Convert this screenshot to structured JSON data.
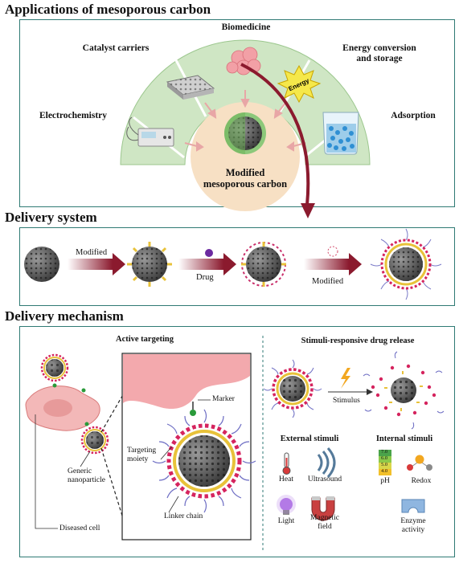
{
  "sections": {
    "applications": "Applications of mesoporous carbon",
    "delivery_system": "Delivery system",
    "delivery_mechanism": "Delivery mechanism"
  },
  "applications": {
    "biomedicine": "Biomedicine",
    "catalyst": "Catalyst carriers",
    "energy": "Energy conversion\nand storage",
    "energy_badge": "Energy",
    "electrochemistry": "Electrochemistry",
    "adsorption": "Adsorption",
    "center": "Modified\nmesoporous carbon"
  },
  "delivery_system": {
    "modified1": "Modified",
    "drug": "Drug",
    "modified2": "Modified"
  },
  "mechanism": {
    "active_targeting": "Active targeting",
    "marker": "Marker",
    "targeting_moiety": "Targeting\nmoiety",
    "generic_np": "Generic\nnanoparticle",
    "linker_chain": "Linker chain",
    "diseased_cell": "Diseased cell",
    "stimuli_title": "Stimuli-responsive drug release",
    "stimulus": "Stimulus",
    "external": "External stimuli",
    "internal": "Internal stimuli",
    "heat": "Heat",
    "ultrasound": "Ultrasound",
    "light": "Light",
    "magnetic": "Magnetic\nfield",
    "ph": "pH",
    "redox": "Redox",
    "enzyme": "Enzyme\nactivity",
    "ph_values": [
      "7.0",
      "6.0",
      "5.0",
      "4.0"
    ]
  },
  "colors": {
    "panel_border": "#2f7a74",
    "arc_green": "#cfe6c4",
    "arrow_red": "#8b1a2e",
    "center_bg": "#f7e0c4"
  }
}
